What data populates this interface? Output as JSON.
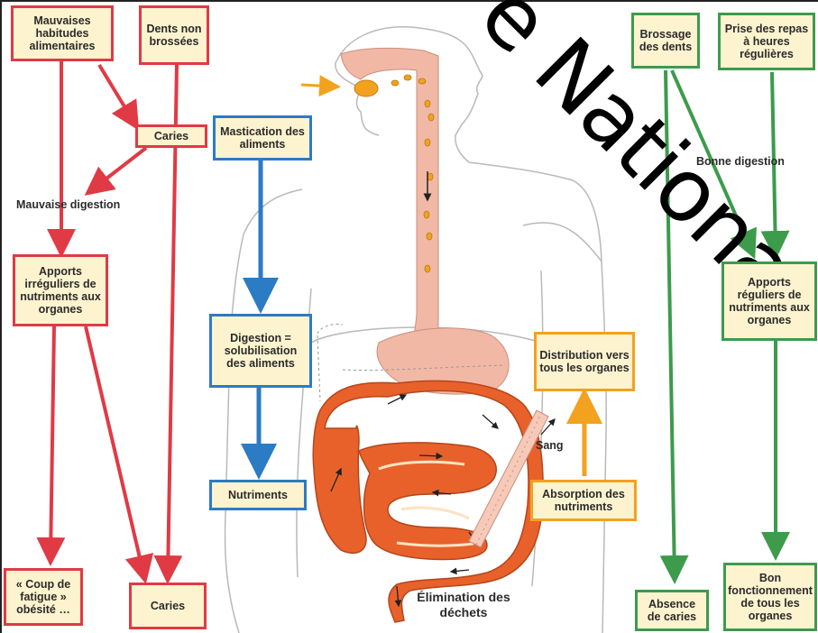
{
  "left_column": {
    "bad_habits": "Mauvaises habitudes alimentaires",
    "unbrushed": "Dents non brossées",
    "caries_top": "Caries",
    "bad_digestion": "Mauvaise digestion",
    "irregular": "Apports irréguliers de nutriments aux organes",
    "fatigue": "« Coup de fatigue » obésité …",
    "caries_bottom": "Caries"
  },
  "center_column": {
    "mastication": "Mastication des aliments",
    "digestion": "Digestion = solubilisation des aliments",
    "nutriments": "Nutriments",
    "distribution": "Distribution vers tous les organes",
    "absorption": "Absorption des nutriments",
    "sang": "Sang",
    "elimination": "Élimination des déchets"
  },
  "right_column": {
    "brossage": "Brossage des dents",
    "prise": "Prise des repas à heures régulières",
    "bonne_digestion": "Bonne digestion",
    "reguliers": "Apports réguliers de nutriments aux organes",
    "absence": "Absence de caries",
    "bon": "Bon fonctionnement de tous les organes"
  },
  "watermark": "e Nationa",
  "colors": {
    "red": "#e03a45",
    "blue": "#2b7bc5",
    "orange": "#f2a21e",
    "green": "#3d9b4c",
    "box_fill": "#fdf3cf",
    "tract": "#f2b8a6",
    "intestine": "#e8612b"
  }
}
